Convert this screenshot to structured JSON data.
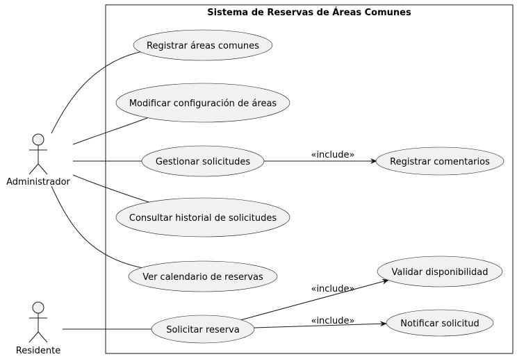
{
  "system": {
    "title": "Sistema de Reservas de Áreas Comunes"
  },
  "actors": {
    "administrador": "Administrador",
    "residente": "Residente"
  },
  "use_cases": {
    "registrar_areas": "Registrar áreas comunes",
    "modificar_config": "Modificar configuración de áreas",
    "gestionar_solicitudes": "Gestionar solicitudes",
    "consultar_historial": "Consultar historial de solicitudes",
    "ver_calendario": "Ver calendario de reservas",
    "solicitar_reserva": "Solicitar reserva",
    "registrar_comentarios": "Registrar comentarios",
    "validar_disponibilidad": "Validar disponibilidad",
    "notificar_solicitud": "Notificar solicitud"
  },
  "relations": {
    "include_comentarios": "«include»",
    "include_validar": "«include»",
    "include_notificar": "«include»"
  },
  "colors": {
    "fill": "#f1f1f1",
    "stroke": "#181818"
  }
}
